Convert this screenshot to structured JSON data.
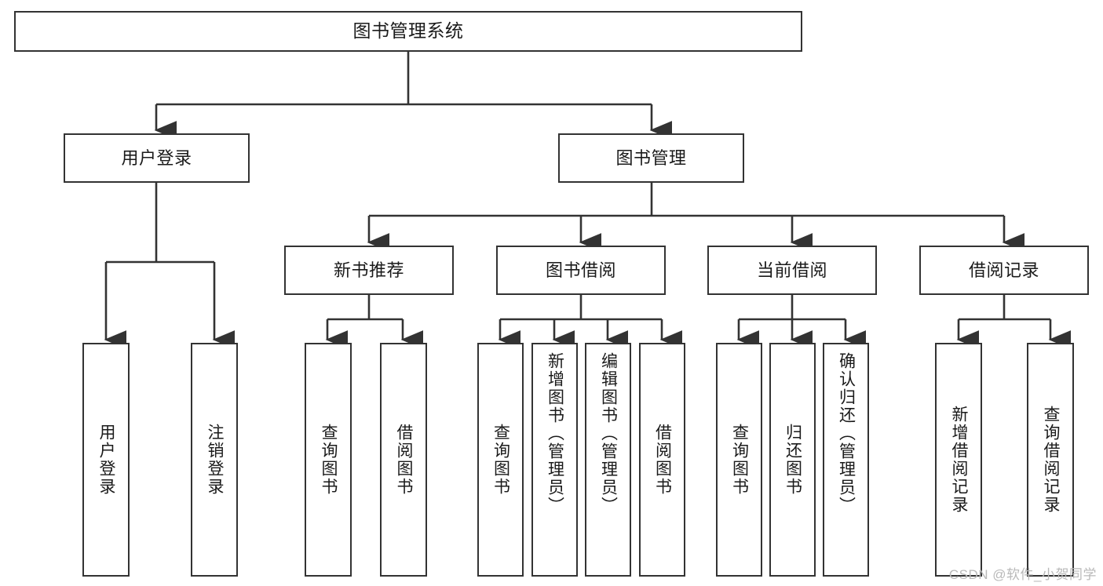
{
  "diagram": {
    "title": "图书管理系统",
    "type": "tree-hierarchy-chart",
    "root": {
      "id": "root",
      "label": "图书管理系统"
    },
    "level1": [
      {
        "id": "user-login",
        "label": "用户登录"
      },
      {
        "id": "book-manage",
        "label": "图书管理"
      }
    ],
    "level2": [
      {
        "id": "new-book-recommend",
        "label": "新书推荐",
        "parent": "book-manage"
      },
      {
        "id": "book-borrow",
        "label": "图书借阅",
        "parent": "book-manage"
      },
      {
        "id": "current-borrow",
        "label": "当前借阅",
        "parent": "book-manage"
      },
      {
        "id": "borrow-record",
        "label": "借阅记录",
        "parent": "book-manage"
      }
    ],
    "leaves": [
      {
        "id": "leaf-user-login",
        "label": "用户登录",
        "parent": "user-login"
      },
      {
        "id": "leaf-user-logout",
        "label": "注销登录",
        "parent": "user-login"
      },
      {
        "id": "leaf-query-book-1",
        "label": "查询图书",
        "parent": "new-book-recommend"
      },
      {
        "id": "leaf-borrow-book-1",
        "label": "借阅图书",
        "parent": "new-book-recommend"
      },
      {
        "id": "leaf-query-book-2",
        "label": "查询图书",
        "parent": "book-borrow"
      },
      {
        "id": "leaf-add-book",
        "label": "新增图书（管理员）",
        "parent": "book-borrow"
      },
      {
        "id": "leaf-edit-book",
        "label": "编辑图书（管理员）",
        "parent": "book-borrow"
      },
      {
        "id": "leaf-borrow-book-2",
        "label": "借阅图书",
        "parent": "book-borrow"
      },
      {
        "id": "leaf-query-book-3",
        "label": "查询图书",
        "parent": "current-borrow"
      },
      {
        "id": "leaf-return-book",
        "label": "归还图书",
        "parent": "current-borrow"
      },
      {
        "id": "leaf-confirm-return",
        "label": "确认归还（管理员）",
        "parent": "current-borrow"
      },
      {
        "id": "leaf-add-record",
        "label": "新增借阅记录",
        "parent": "borrow-record"
      },
      {
        "id": "leaf-query-record",
        "label": "查询借阅记录",
        "parent": "borrow-record"
      }
    ],
    "colors": {
      "box_border": "#333333",
      "box_fill": "#ffffff",
      "connector": "#333333",
      "text": "#1a1a1a",
      "watermark": "#b9b9b9",
      "background": "#ffffff"
    }
  },
  "watermark": {
    "text": "CSDN @软件_小贺同学"
  }
}
